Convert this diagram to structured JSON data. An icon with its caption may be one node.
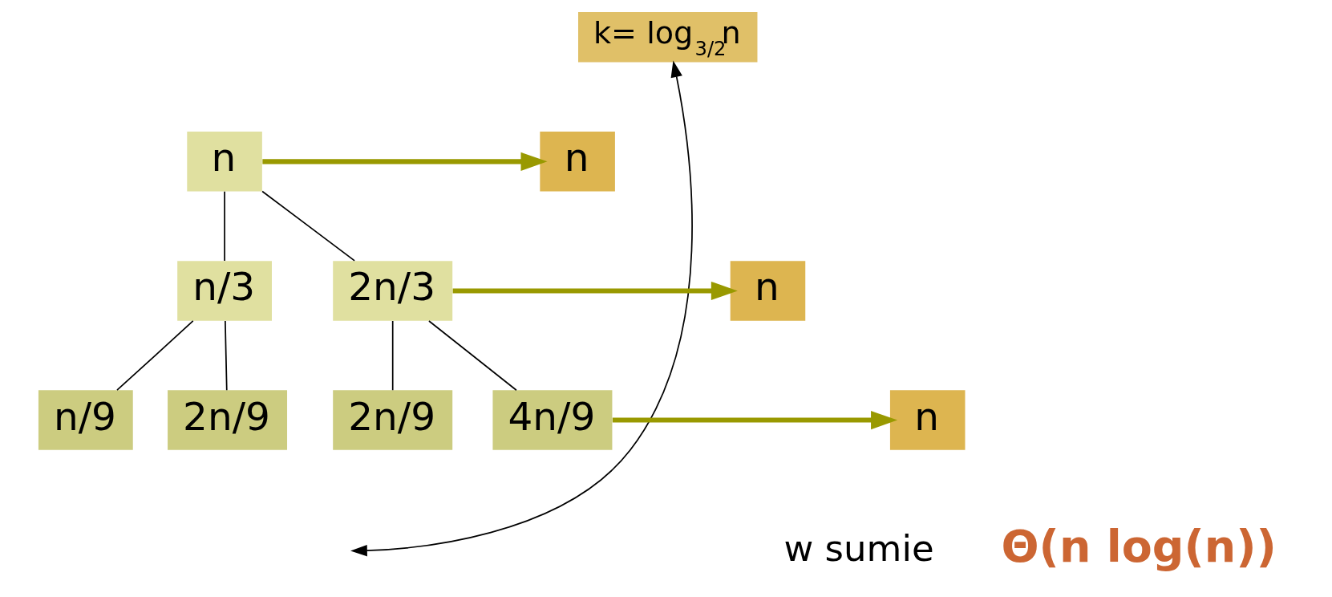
{
  "diagram": {
    "nodes": [
      {
        "text": [
          "k= log$_{3/2}$n"
        ]
      },
      {
        "text": [
          "n"
        ]
      },
      {
        "text": [
          "n/3"
        ]
      },
      {
        "text": [
          "2n/3"
        ]
      },
      {
        "text": [
          "n/9"
        ]
      },
      {
        "text": [
          "2n/9"
        ]
      },
      {
        "text": [
          "2n/9"
        ]
      },
      {
        "text": [
          "4n/9"
        ]
      },
      {
        "text": [
          "n"
        ]
      },
      {
        "text": [
          "n"
        ]
      },
      {
        "text": [
          "n"
        ]
      }
    ],
    "edges": [
      {
        "from": 0,
        "to": null,
        "arrow": "both"
      },
      {
        "from": 1,
        "to": 2,
        "arrow": "none"
      },
      {
        "from": 1,
        "to": 3,
        "arrow": "none"
      },
      {
        "from": 2,
        "to": 4,
        "arrow": "none"
      },
      {
        "from": 2,
        "to": 5,
        "arrow": "none"
      },
      {
        "from": 3,
        "to": 6,
        "arrow": "none"
      },
      {
        "from": 3,
        "to": 7,
        "arrow": "none"
      },
      {
        "from": 1,
        "to": 8,
        "arrow": "to",
        "style": "thick",
        "color": "#999900"
      },
      {
        "from": 3,
        "to": 9,
        "arrow": "to",
        "style": "thick",
        "color": "#999900"
      },
      {
        "from": 7,
        "to": 10,
        "arrow": "to",
        "style": "thick",
        "color": "#999900"
      }
    ],
    "labels": [
      "w sumie",
      "Θ(n log(n))"
    ]
  }
}
